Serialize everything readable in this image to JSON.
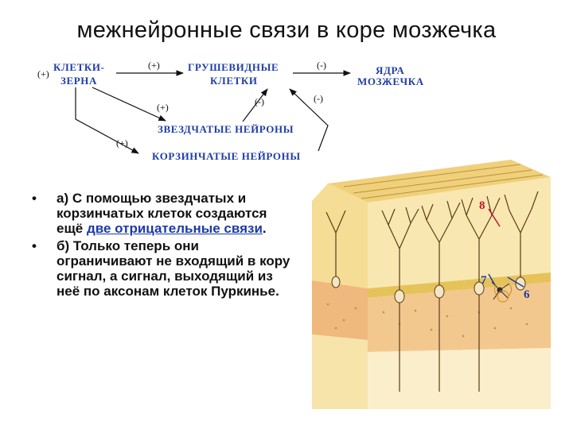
{
  "title": "межнейронные связи в коре мозжечка",
  "diagram": {
    "nodes": {
      "granule_line1": "КЛЕТКИ-",
      "granule_line2": "ЗЕРНА",
      "purkinje_line1": "ГРУШЕВИДНЫЕ",
      "purkinje_line2": "КЛЕТКИ",
      "nuclei_line1": "ЯДРА",
      "nuclei_line2": "МОЗЖЕЧКА",
      "stellate": "ЗВЕЗДЧАТЫЕ НЕЙРОНЫ",
      "basket": "КОРЗИНЧАТЫЕ НЕЙРОНЫ"
    },
    "signs": {
      "input": "(+)",
      "granule_to_purkinje": "(+)",
      "purkinje_to_nuclei": "(-)",
      "granule_to_stellate": "(+)",
      "stellate_to_purkinje": "(-)",
      "basket_to_purkinje": "(-)",
      "granule_to_basket": "(+)"
    }
  },
  "bullets": [
    {
      "marker": "•",
      "text_before": "а) С помощью звездчатых и корзинчатых клеток создаются ещё ",
      "highlight": "две отрицательные связи",
      "text_after": "."
    },
    {
      "marker": "•",
      "text": "б) Только теперь они ограничивают не входящий в кору сигнал, а сигнал, выходящий из неё по аксонам клеток Пуркинье."
    }
  ],
  "illustration": {
    "labels": [
      "8",
      "7",
      "6"
    ]
  },
  "colors": {
    "diagram_text": "#1f3ea6",
    "highlight": "#1b3aa8",
    "molecular_layer": "#f3d98a",
    "granular_layer": "#f0b478",
    "white_matter": "#f6e3a8",
    "label_red": "#c8102e",
    "label_blue": "#1b3aa8"
  }
}
